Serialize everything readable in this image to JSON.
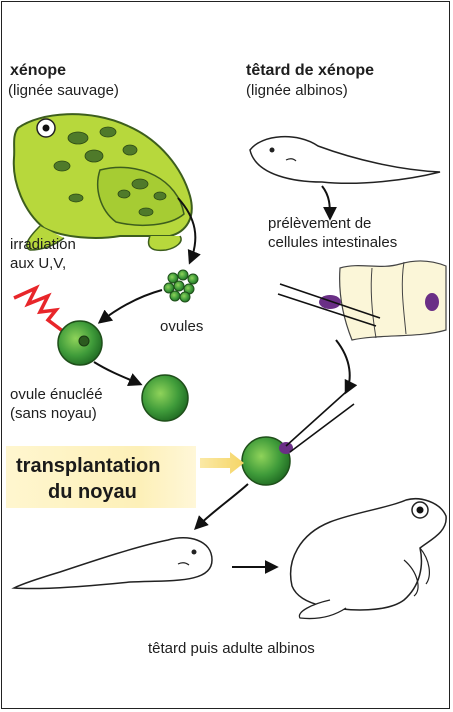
{
  "left_title": "xénope",
  "left_subtitle": "(lignée sauvage)",
  "right_title": "têtard de xénope",
  "right_subtitle": "(lignée albinos)",
  "irradiation_line1": "irradiation",
  "irradiation_line2": "aux U,V,",
  "ovules_label": "ovules",
  "sampling_line1": "prélèvement de",
  "sampling_line2": "cellules intestinales",
  "enucleated_line1": "ovule énucléé",
  "enucleated_line2": "(sans noyau)",
  "transplant_line1": "transplantation",
  "transplant_line2": "du noyau",
  "result_label": "têtard puis adulte albinos",
  "colors": {
    "frog_green": "#b7d83c",
    "frog_spots": "#4f7a2a",
    "ovule_green": "#3f9b3a",
    "nucleus_purple": "#6a2f86",
    "uv_red": "#e8262a",
    "banner_yellow": "#fdf0b8"
  }
}
